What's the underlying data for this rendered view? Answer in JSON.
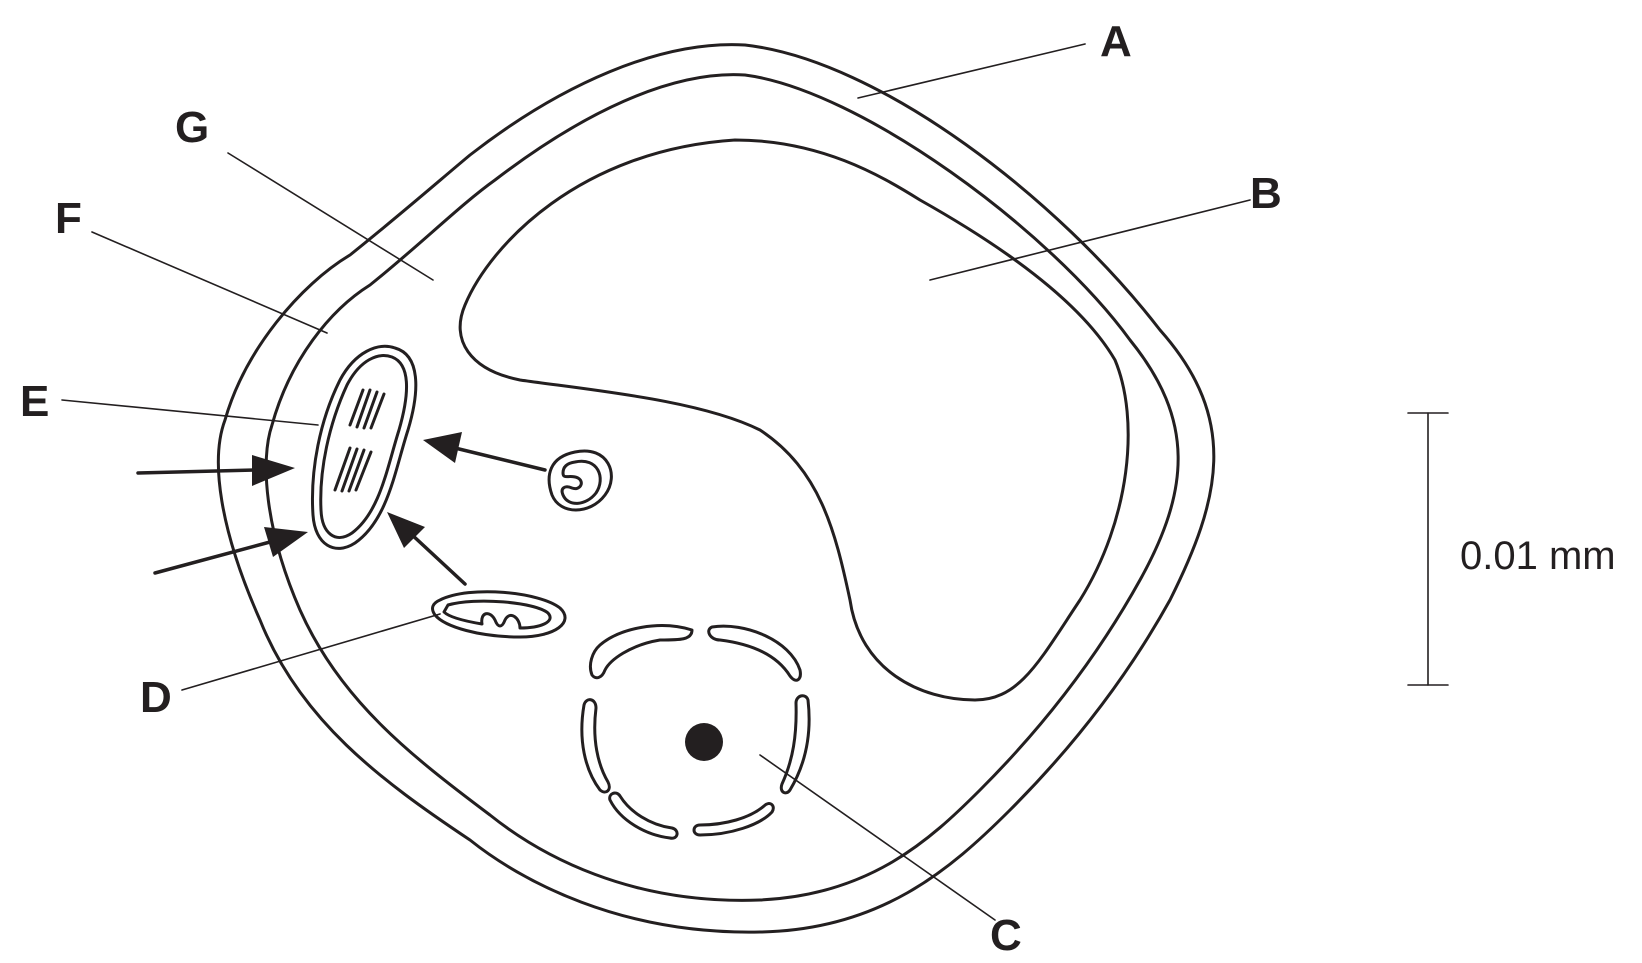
{
  "labels": {
    "A": "A",
    "B": "B",
    "C": "C",
    "D": "D",
    "E": "E",
    "F": "F",
    "G": "G"
  },
  "scale_bar": {
    "text": "0.01 mm"
  }
}
